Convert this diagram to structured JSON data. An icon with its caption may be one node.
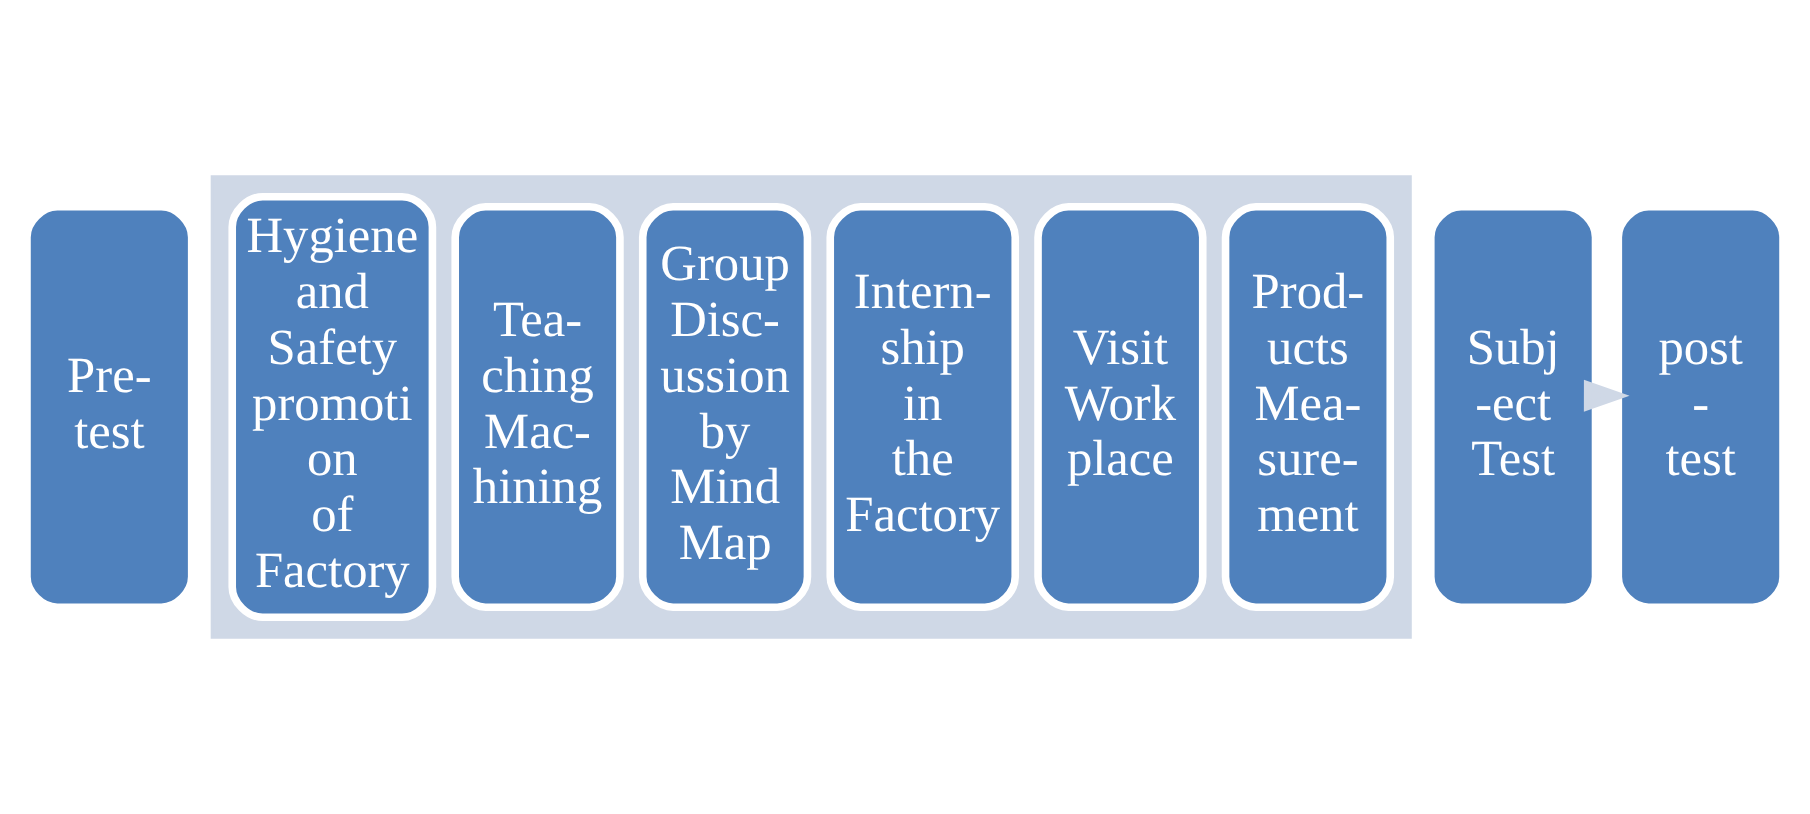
{
  "diagram": {
    "nodes": [
      {
        "text": [
          "Pre- test"
        ]
      },
      {
        "text": [],
        "shape": "arrow"
      },
      {
        "text": [
          "Hygiene and Safety promoti on of Factory"
        ],
        "in": 1
      },
      {
        "text": [
          "Tea- ching Mac- hining"
        ],
        "in": 1
      },
      {
        "text": [
          "Group Disc- ussion by Mind Map"
        ],
        "in": 1
      },
      {
        "text": [
          "Intern- ship in the Factory"
        ],
        "in": 1
      },
      {
        "text": [
          "Visit Work place"
        ],
        "in": 1
      },
      {
        "text": [
          "Prod- ucts Mea- sure- ment"
        ],
        "in": 1
      },
      {
        "text": [
          "Subj -ect Test"
        ]
      },
      {
        "text": [
          "post - test"
        ]
      }
    ],
    "edges": [
      {
        "from": 8,
        "to": 9,
        "arrow": "to"
      }
    ]
  }
}
